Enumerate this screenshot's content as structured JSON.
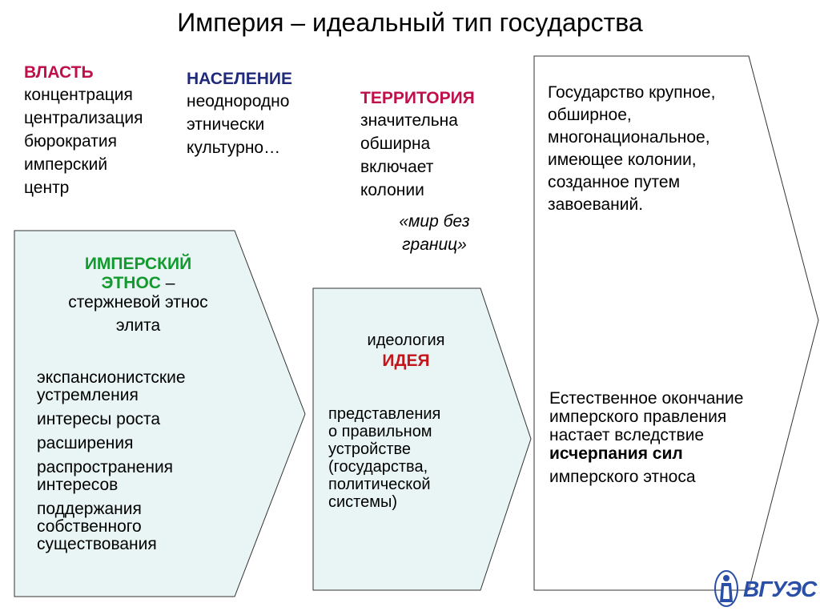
{
  "title": "Империя – идеальный тип государства",
  "colors": {
    "vlast": "#c0104a",
    "naselenie": "#1f2a7a",
    "territoriya": "#c0104a",
    "etnos": "#139a2f",
    "ideya": "#c4151c",
    "pale_fill": "#e9f5f5",
    "white_fill": "#ffffff"
  },
  "vlast": {
    "heading": "ВЛАСТЬ",
    "items": [
      "концентрация",
      "централизация",
      "бюрократия",
      "имперский",
      "центр"
    ]
  },
  "naselenie": {
    "heading": "НАСЕЛЕНИЕ",
    "items": [
      "неоднородно",
      "этнически",
      "культурно…"
    ]
  },
  "territoriya": {
    "heading": "ТЕРРИТОРИЯ",
    "items": [
      "значительна",
      "обширна",
      "включает",
      "колонии"
    ],
    "quote_line1": "«мир без",
    "quote_line2": "границ»"
  },
  "etnos": {
    "heading_line1": "ИМПЕРСКИЙ",
    "heading_line2": "ЭТНОС",
    "dash": " –",
    "line3": "стержневой этнос",
    "line4": "элита",
    "items": [
      [
        "экспансионистские",
        "устремления"
      ],
      [
        "интересы роста"
      ],
      [
        "расширения"
      ],
      [
        "распространения",
        "интересов"
      ],
      [
        "поддержания",
        "собственного",
        "существования"
      ]
    ]
  },
  "ideya": {
    "label": "идеология",
    "heading": "ИДЕЯ",
    "lines": [
      "представления",
      "о правильном",
      "устройстве",
      "(государства,",
      "политической",
      "системы)"
    ]
  },
  "state": {
    "lines": [
      "Государство крупное,",
      "обширное,",
      "многонациональное,",
      "имеющее колонии,",
      "созданное путем",
      "завоеваний."
    ],
    "end_lines": [
      "Естественное окончание",
      "имперского правления",
      "настает вследствие"
    ],
    "end_bold": "исчерпания сил",
    "end_last": "имперского этноса"
  },
  "logo": {
    "text": "ВГУЭС",
    "icon": "emblem-figure-icon"
  }
}
